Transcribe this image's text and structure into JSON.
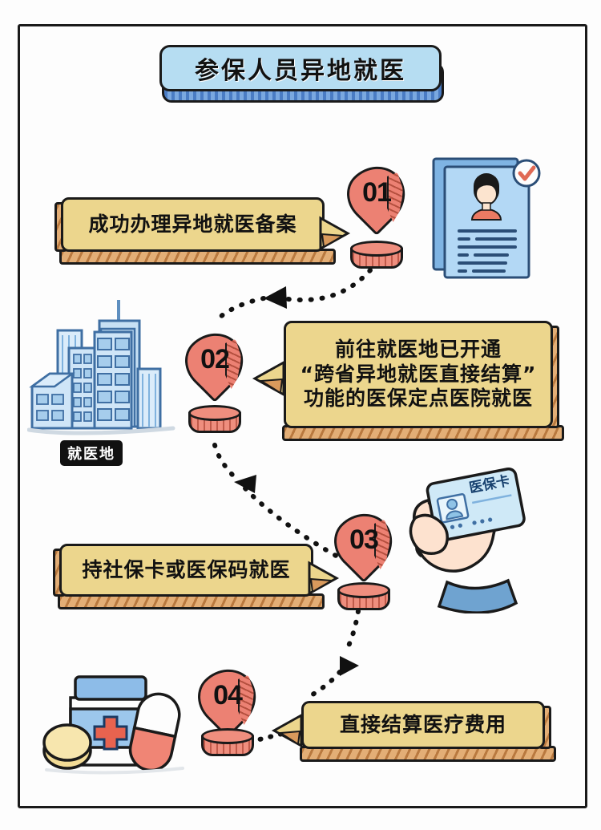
{
  "title": {
    "text": "参保人员异地就医"
  },
  "colors": {
    "title_banner_face": "#b6ddf2",
    "title_banner_edge": "#5b8fd4",
    "box_face": "#ecd68d",
    "box_edge": "#d99a5c",
    "pin": "#ec8173",
    "outline": "#1a1a1a",
    "illustration_blue": "#8ec3e8",
    "cross_red": "#e8634f"
  },
  "steps": [
    {
      "number": "01",
      "lines": [
        "成功办理异地就医备案"
      ],
      "illustration": "filing-document-approved"
    },
    {
      "number": "02",
      "lines": [
        "前往就医地已开通",
        "“跨省异地就医直接结算”",
        "功能的医保定点医院就医"
      ],
      "illustration": "city-buildings"
    },
    {
      "number": "03",
      "lines": [
        "持社保卡或医保码就医"
      ],
      "illustration": "hand-holding-card"
    },
    {
      "number": "04",
      "lines": [
        "直接结算医疗费用"
      ],
      "illustration": "medicine-bottle-pills"
    }
  ],
  "labels": {
    "city": "就医地",
    "card": "医保卡"
  }
}
